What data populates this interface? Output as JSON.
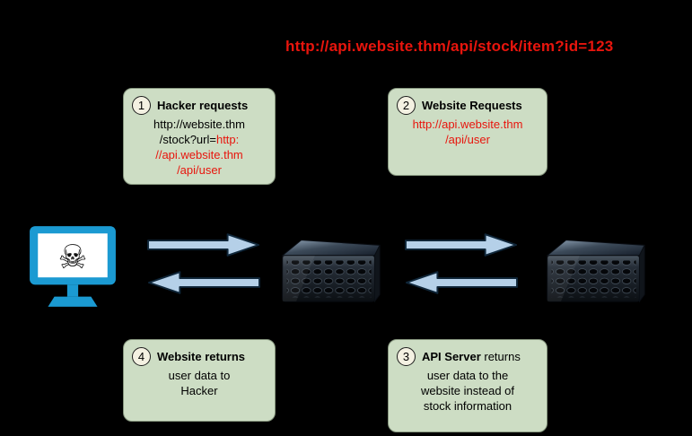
{
  "diagram": {
    "top_url": "http://api.website.thm/api/stock/item?id=123",
    "boxes": {
      "box1": {
        "number": "1",
        "title": "Hacker requests",
        "line1": "http://website.thm",
        "line2_black": "/stock?url=",
        "line2_red": "http:",
        "line3_red": "//api.website.thm",
        "line4_red": "/api/user"
      },
      "box2": {
        "number": "2",
        "title": "Website Requests",
        "line1_red": "http://api.website.thm",
        "line2_red": "/api/user"
      },
      "box3": {
        "number": "3",
        "title_bold": "API Server",
        "title_rest": " returns",
        "line1": "user data to the",
        "line2": "website instead of",
        "line3": "stock information"
      },
      "box4": {
        "number": "4",
        "title": "Website returns",
        "line1": "user data to",
        "line2": "Hacker"
      }
    },
    "icons": {
      "skull_glyph": "☠"
    },
    "colors": {
      "background": "#000000",
      "box_fill": "#cdddc4",
      "accent_red": "#e8150d",
      "arrow_fill": "#b5d0e8",
      "monitor_blue": "#1b9ad2"
    }
  }
}
